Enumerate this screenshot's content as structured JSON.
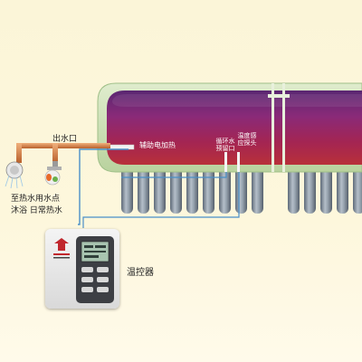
{
  "labels": {
    "outlet": "出水口",
    "aux_heating": "辅助电加热",
    "circ_return_1": "循环水",
    "circ_return_2": "预留口",
    "temp_probe_1": "温度感",
    "temp_probe_2": "应探头",
    "to_hot_water_1": "至热水用水点",
    "to_hot_water_2": "沐浴 日常热水",
    "controller": "温控器"
  },
  "icons": {
    "shower": "shower-head-icon",
    "faucet": "faucet-icon",
    "logo": "brand-logo-icon"
  },
  "colors": {
    "background": "#fdf8e4",
    "tank_top": "#7a1a5a",
    "tank_bottom": "#b11f3c",
    "tank_frame": "#c8dcb4",
    "pipe_copper": "#d4884f",
    "pipe_blue": "#4a90c8",
    "tube": "#8e9aa6"
  }
}
